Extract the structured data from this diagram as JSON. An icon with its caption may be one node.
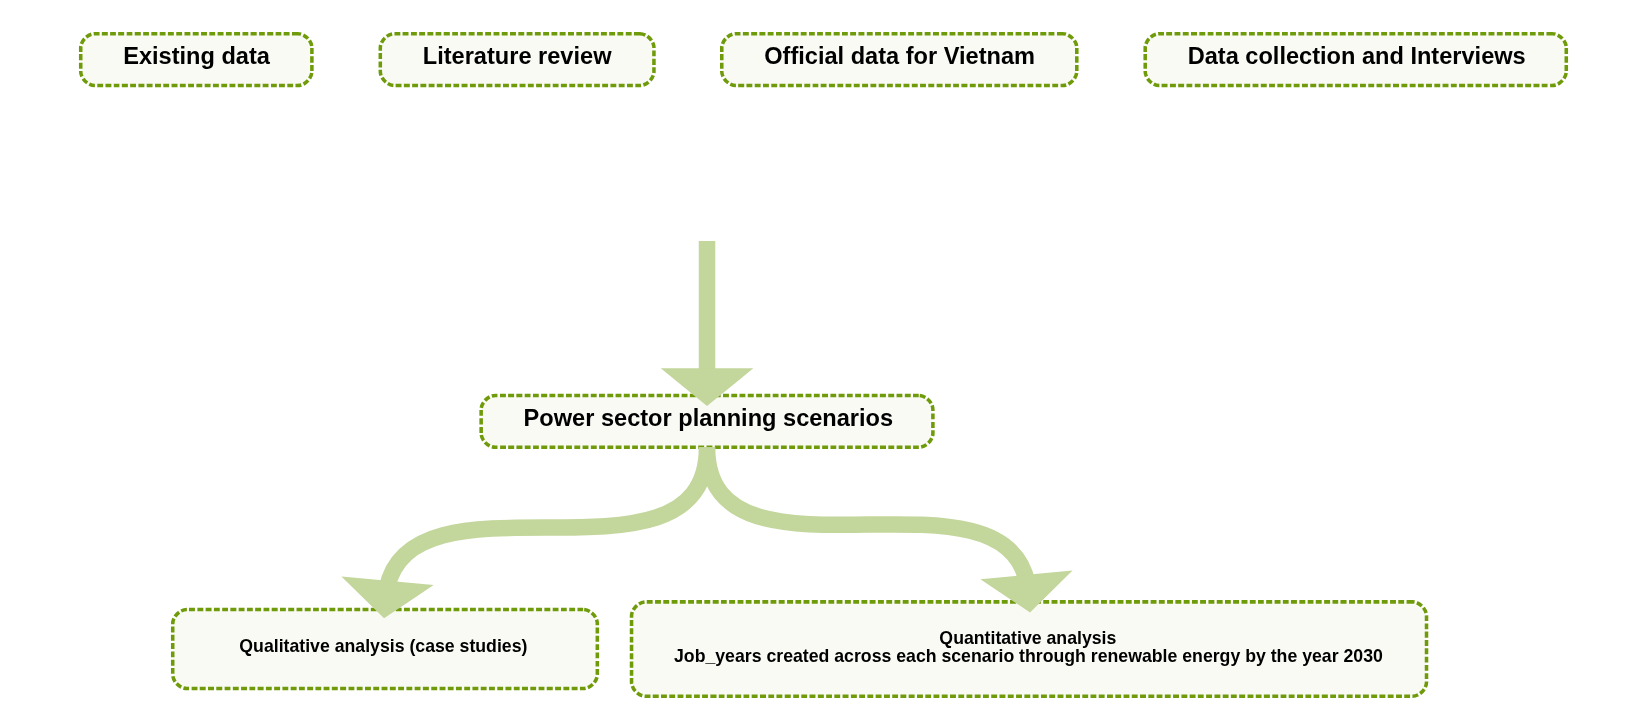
{
  "diagram": {
    "nodes": [
      {
        "text": [
          "Existing data"
        ]
      },
      {
        "text": [
          "Literature review"
        ]
      },
      {
        "text": [
          "Official data for Vietnam"
        ]
      },
      {
        "text": [
          "Data collection and Interviews"
        ]
      },
      {
        "text": [
          "Power sector planning scenarios"
        ]
      },
      {
        "text": [
          "Qualitative analysis (case studies)"
        ]
      },
      {
        "text": [
          "Quantitative analysis",
          "Job_years created across each scenario through renewable energy by the year 2030"
        ]
      }
    ],
    "edges": [
      {
        "from": null,
        "to": 4,
        "arrow": "to"
      },
      {
        "from": 4,
        "to": 5,
        "arrow": "to"
      },
      {
        "from": 4,
        "to": 6,
        "arrow": "to"
      }
    ]
  }
}
